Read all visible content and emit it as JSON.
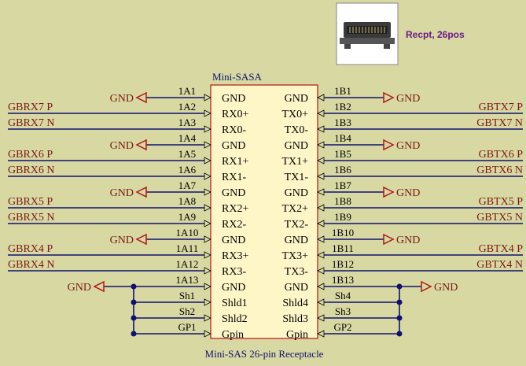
{
  "colors": {
    "background": "#d8d8a2",
    "body_fill": "#fff6c8",
    "body_stroke": "#b01818",
    "wire": "#101070",
    "pin_num": "#000000",
    "net_label": "#7a1818",
    "title": "#101070",
    "part_label": "#6a1a8a",
    "junction": "#101070"
  },
  "part": {
    "photo_icon": "connector-photo-icon",
    "label": "Recpt, 26pos",
    "ref_name": "Mini-SASA",
    "caption": "Mini-SAS 26-pin Receptacle"
  },
  "rows": [
    {
      "lnum": "1A1",
      "lpin": "GND",
      "rpin": "GND",
      "rnum": "1B1",
      "lnet": "GND",
      "rnet": "GND"
    },
    {
      "lnum": "1A2",
      "lpin": "RX0+",
      "rpin": "TX0+",
      "rnum": "1B2",
      "lnet": "GBRX7_P",
      "rnet": "GBTX7_P"
    },
    {
      "lnum": "1A3",
      "lpin": "RX0-",
      "rpin": "TX0-",
      "rnum": "1B3",
      "lnet": "GBRX7_N",
      "rnet": "GBTX7_N"
    },
    {
      "lnum": "1A4",
      "lpin": "GND",
      "rpin": "GND",
      "rnum": "1B4",
      "lnet": "GND",
      "rnet": "GND"
    },
    {
      "lnum": "1A5",
      "lpin": "RX1+",
      "rpin": "TX1+",
      "rnum": "1B5",
      "lnet": "GBRX6_P",
      "rnet": "GBTX6_P"
    },
    {
      "lnum": "1A6",
      "lpin": "RX1-",
      "rpin": "TX1-",
      "rnum": "1B6",
      "lnet": "GBRX6_N",
      "rnet": "GBTX6_N"
    },
    {
      "lnum": "1A7",
      "lpin": "GND",
      "rpin": "GND",
      "rnum": "1B7",
      "lnet": "GND",
      "rnet": "GND"
    },
    {
      "lnum": "1A8",
      "lpin": "RX2+",
      "rpin": "TX2+",
      "rnum": "1B8",
      "lnet": "GBRX5_P",
      "rnet": "GBTX5_P"
    },
    {
      "lnum": "1A9",
      "lpin": "RX2-",
      "rpin": "TX2-",
      "rnum": "1B9",
      "lnet": "GBRX5_N",
      "rnet": "GBTX5_N"
    },
    {
      "lnum": "1A10",
      "lpin": "GND",
      "rpin": "GND",
      "rnum": "1B10",
      "lnet": "GND",
      "rnet": "GND"
    },
    {
      "lnum": "1A11",
      "lpin": "RX3+",
      "rpin": "TX3+",
      "rnum": "1B11",
      "lnet": "GBRX4_P",
      "rnet": "GBTX4_P"
    },
    {
      "lnum": "1A12",
      "lpin": "RX3-",
      "rpin": "TX3-",
      "rnum": "1B12",
      "lnet": "GBRX4_N",
      "rnet": "GBTX4_N"
    },
    {
      "lnum": "1A13",
      "lpin": "GND",
      "rpin": "GND",
      "rnum": "1B13",
      "lnet": "GND",
      "rnet": "GND"
    },
    {
      "lnum": "Sh1",
      "lpin": "Shld1",
      "rpin": "Shld4",
      "rnum": "Sh4",
      "lnet": "",
      "rnet": ""
    },
    {
      "lnum": "Sh2",
      "lpin": "Shld2",
      "rpin": "Shld3",
      "rnum": "Sh3",
      "lnet": "",
      "rnet": ""
    },
    {
      "lnum": "GP1",
      "lpin": "Gpin",
      "rpin": "Gpin",
      "rnum": "GP2",
      "lnet": "",
      "rnet": ""
    }
  ]
}
